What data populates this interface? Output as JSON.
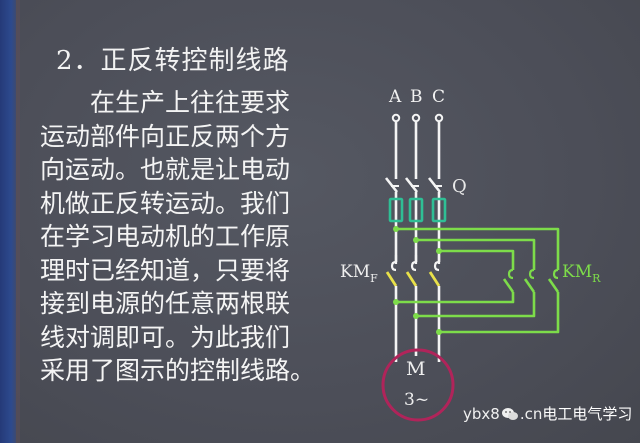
{
  "slide": {
    "title": "2．正反转控制线路",
    "body_lines": [
      "在生产上往往要求",
      "运动部件向正反两个方",
      "向运动。也就是让电动",
      "机做正反转运动。我们",
      "在学习电动机的工作原",
      "理时已经知道，只要将",
      "接到电源的任意两根联",
      "线对调即可。为此我们",
      "采用了图示的控制线路。"
    ]
  },
  "diagram": {
    "phases": [
      "A",
      "B",
      "C"
    ],
    "switch_label": "Q",
    "forward_contactor": {
      "main": "KM",
      "sub": "F"
    },
    "reverse_contactor": {
      "main": "KM",
      "sub": "R"
    },
    "motor": {
      "label": "M",
      "sub": "3~"
    },
    "colors": {
      "wire": "#f4f4f4",
      "control_green": "#7ddc4a",
      "fuse": "#2fbf95",
      "forward_contact": "#e8e04a",
      "motor_circle": "#b0245a"
    }
  },
  "watermark": {
    "site": "ybx8",
    "domain_suffix": ".cn",
    "channel": "电工电气学习",
    "icon": "wechat-icon"
  }
}
